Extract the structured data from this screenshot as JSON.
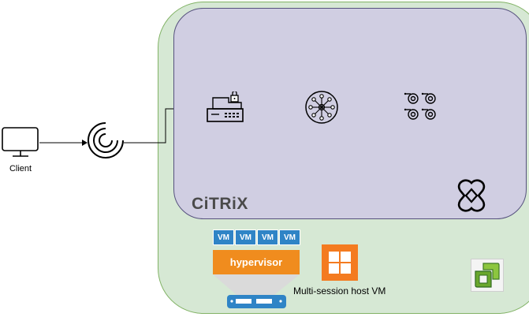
{
  "client": {
    "label": "Client"
  },
  "brand": {
    "logo_text": "CiTRiX"
  },
  "stack": {
    "vms": [
      "VM",
      "VM",
      "VM",
      "VM"
    ],
    "hypervisor_label": "hypervisor"
  },
  "host": {
    "label": "Multi-session host VM"
  },
  "icons": [
    "monitor-icon",
    "gateway-icon",
    "appliance-lock-icon",
    "hub-icon",
    "gears-icon",
    "citrix-x-icon",
    "server-icon",
    "windows-icon",
    "vsphere-icon"
  ],
  "colors": {
    "outer_zone": "#d6e8d4",
    "outer_border": "#82b366",
    "inner_zone": "#d0cee2",
    "inner_border": "#56517e",
    "vm": "#2f84c6",
    "hypervisor": "#f08c1e",
    "windows": "#f47b20"
  }
}
